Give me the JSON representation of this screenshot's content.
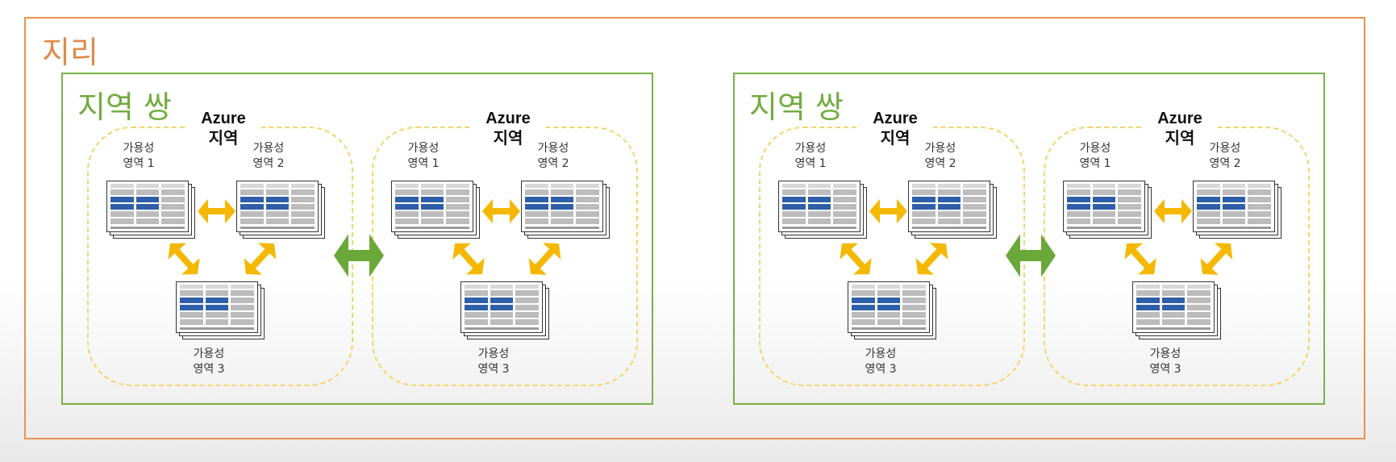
{
  "geography": {
    "title": "지리"
  },
  "region_pairs": [
    {
      "title": "지역 쌍",
      "regions": [
        {
          "title_line1": "Azure",
          "title_line2": "지역",
          "zones": [
            {
              "line1": "가용성",
              "line2": "영역 1"
            },
            {
              "line1": "가용성",
              "line2": "영역 2"
            },
            {
              "line1": "가용성",
              "line2": "영역 3"
            }
          ]
        },
        {
          "title_line1": "Azure",
          "title_line2": "지역",
          "zones": [
            {
              "line1": "가용성",
              "line2": "영역 1"
            },
            {
              "line1": "가용성",
              "line2": "영역 2"
            },
            {
              "line1": "가용성",
              "line2": "영역 3"
            }
          ]
        }
      ]
    },
    {
      "title": "지역 쌍",
      "regions": [
        {
          "title_line1": "Azure",
          "title_line2": "지역",
          "zones": [
            {
              "line1": "가용성",
              "line2": "영역 1"
            },
            {
              "line1": "가용성",
              "line2": "영역 2"
            },
            {
              "line1": "가용성",
              "line2": "영역 3"
            }
          ]
        },
        {
          "title_line1": "Azure",
          "title_line2": "지역",
          "zones": [
            {
              "line1": "가용성",
              "line2": "영역 1"
            },
            {
              "line1": "가용성",
              "line2": "영역 2"
            },
            {
              "line1": "가용성",
              "line2": "영역 3"
            }
          ]
        }
      ]
    }
  ],
  "colors": {
    "geography_border": "#e8924f",
    "pair_border": "#7bb048",
    "region_border": "#f2d46a",
    "zone_link_arrow": "#f5b800",
    "region_link_arrow": "#6aa83a"
  },
  "icons": {
    "datacenter": "datacenter-rack-icon"
  }
}
